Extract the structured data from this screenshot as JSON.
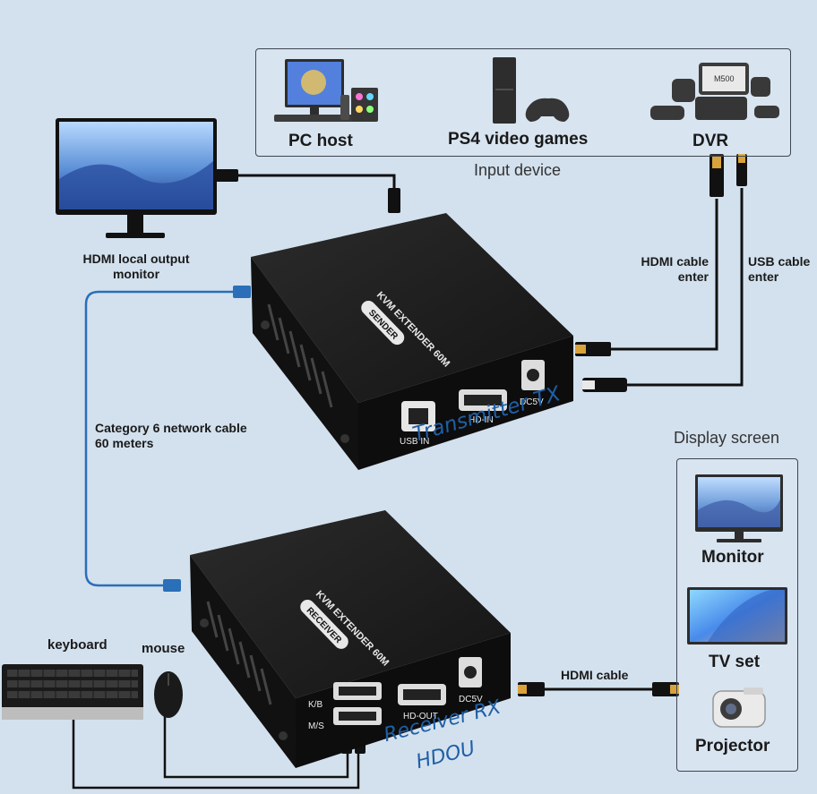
{
  "input_group": {
    "title": "Input device",
    "devices": [
      "PC host",
      "PS4 video games",
      "DVR"
    ],
    "dvr_screen_text": "M500"
  },
  "local_monitor": {
    "line1": "HDMI local output",
    "line2": "monitor"
  },
  "cables": {
    "hdmi_enter_line1": "HDMI cable",
    "hdmi_enter_line2": "enter",
    "usb_enter_line1": "USB cable",
    "usb_enter_line2": "enter",
    "network_line1": "Category 6 network cable",
    "network_line2": "60 meters",
    "hdmi_out": "HDMI cable"
  },
  "transmitter": {
    "top_line1": "KVM EXTENDER 60M",
    "top_badge": "SENDER",
    "ports": [
      "USB IN",
      "HD-IN",
      "DC5V"
    ],
    "caption": "Transmitter TX"
  },
  "receiver": {
    "top_line1": "KVM EXTENDER 60M",
    "top_badge": "RECEIVER",
    "ports": [
      "K/B",
      "M/S",
      "HD-OUT",
      "DC5V"
    ],
    "caption_line1": "Receiver RX",
    "caption_line2": "HDOU"
  },
  "peripherals": {
    "keyboard": "keyboard",
    "mouse": "mouse"
  },
  "display_group": {
    "title": "Display screen",
    "devices": [
      "Monitor",
      "TV set",
      "Projector"
    ]
  },
  "colors": {
    "background": "#d3e1ee",
    "device_body": "#1c1c1c",
    "caption_blue": "#1f5fa6",
    "network_cable": "#2a6fb8"
  }
}
